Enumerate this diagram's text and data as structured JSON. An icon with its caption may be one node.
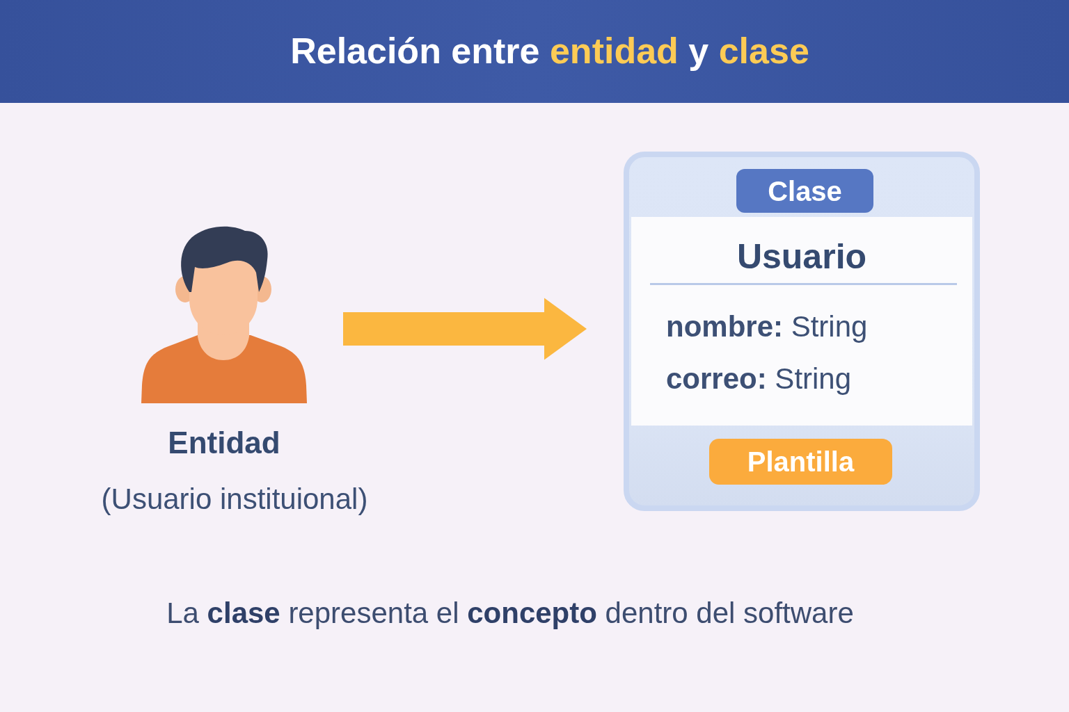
{
  "diagram": {
    "title": "Relación entre **entidad** y **clase**",
    "nodes": [
      {
        "text": [],
        "shape": "person",
        "beside": [
          "Entidad",
          "(Usuario instituional)"
        ]
      },
      {
        "text": [],
        "shape": "box"
      },
      {
        "text": [
          "Clase"
        ],
        "in": 1
      },
      {
        "text": [
          "Usuario",
          "**nombre:** String",
          "**correo:** String"
        ],
        "in": 1
      },
      {
        "text": [
          "Plantilla"
        ],
        "in": 1
      }
    ],
    "edges": [
      {
        "from": 0,
        "to": 1,
        "arrow": "to",
        "color": "#fbb740"
      }
    ],
    "caption": "La **clase** representa el **concepto** dentro del software"
  }
}
